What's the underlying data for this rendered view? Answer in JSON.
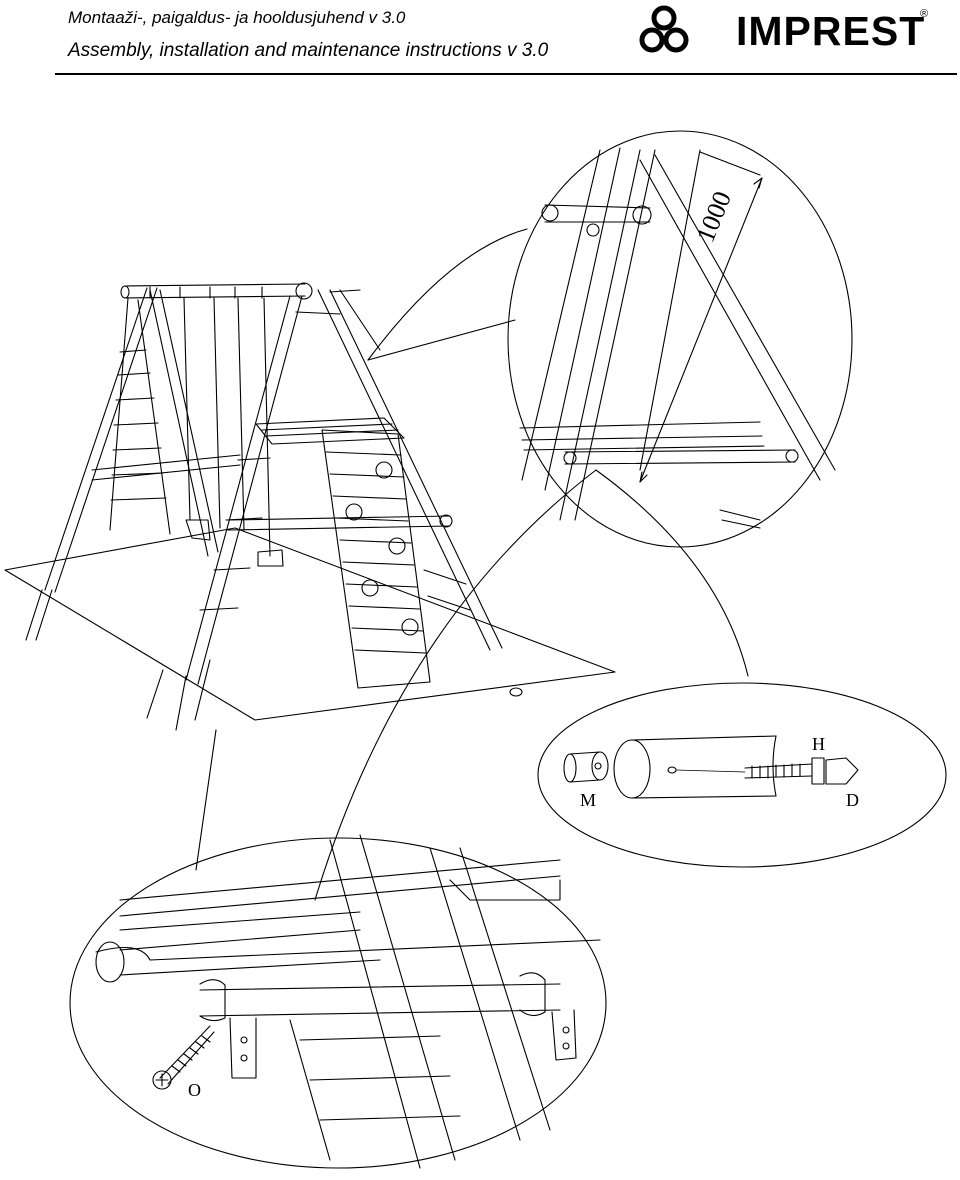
{
  "header": {
    "title_et": "Montaaži-, paigaldus- ja hooldusjuhend v 3.0",
    "title_en": "Assembly, installation and maintenance instructions v  3.0",
    "brand": "IMPREST",
    "registered_mark": "®"
  },
  "callouts": {
    "dimension": "1000",
    "washer_label": "M",
    "washer_label_2": "H",
    "bolt_label": "D",
    "screw_label": "O"
  }
}
